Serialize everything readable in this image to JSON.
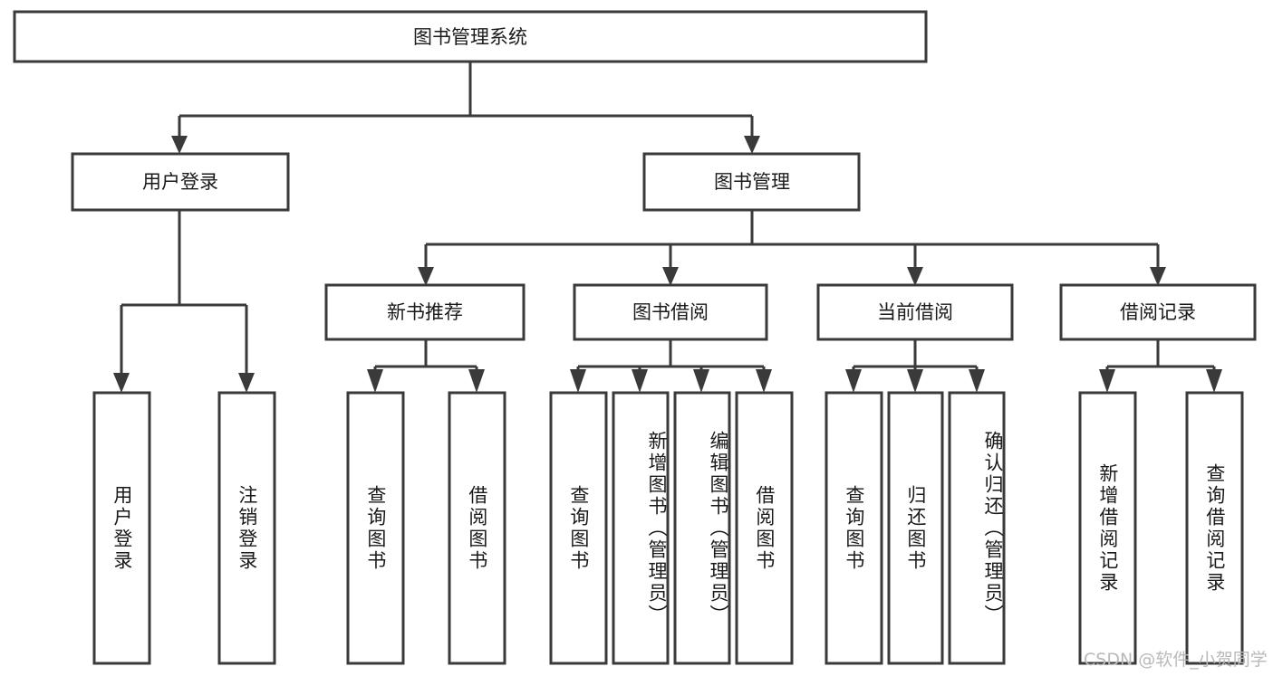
{
  "diagram": {
    "title_node": {
      "label": "图书管理系统"
    },
    "level2": [
      {
        "id": "user-login",
        "label": "用户登录"
      },
      {
        "id": "book-management",
        "label": "图书管理"
      }
    ],
    "level3": [
      {
        "id": "new-book-recommend",
        "label": "新书推荐"
      },
      {
        "id": "book-borrow",
        "label": "图书借阅"
      },
      {
        "id": "current-borrow",
        "label": "当前借阅"
      },
      {
        "id": "borrow-record",
        "label": "借阅记录"
      }
    ],
    "leaves": [
      {
        "id": "leaf-user-login",
        "label": "用户登录",
        "parent": "user-login"
      },
      {
        "id": "leaf-logout-login",
        "label": "注销登录",
        "parent": "user-login"
      },
      {
        "id": "leaf-query-book-1",
        "label": "查询图书",
        "parent": "new-book-recommend"
      },
      {
        "id": "leaf-borrow-book-1",
        "label": "借阅图书",
        "parent": "new-book-recommend"
      },
      {
        "id": "leaf-query-book-2",
        "label": "查询图书",
        "parent": "book-borrow"
      },
      {
        "id": "leaf-add-book",
        "label": "新增图书（管理员）",
        "parent": "book-borrow"
      },
      {
        "id": "leaf-edit-book",
        "label": "编辑图书（管理员）",
        "parent": "book-borrow"
      },
      {
        "id": "leaf-borrow-book-2",
        "label": "借阅图书",
        "parent": "book-borrow"
      },
      {
        "id": "leaf-query-book-3",
        "label": "查询图书",
        "parent": "current-borrow"
      },
      {
        "id": "leaf-return-book",
        "label": "归还图书",
        "parent": "current-borrow"
      },
      {
        "id": "leaf-confirm-return",
        "label": "确认归还（管理员）",
        "parent": "current-borrow"
      },
      {
        "id": "leaf-add-record",
        "label": "新增借阅记录",
        "parent": "borrow-record"
      },
      {
        "id": "leaf-query-record",
        "label": "查询借阅记录",
        "parent": "borrow-record"
      }
    ],
    "watermark": "CSDN @软件_小贺同学",
    "colors": {
      "stroke": "#3a3a3a",
      "fill": "#ffffff",
      "text": "#1a1a1a",
      "watermark": "#b9b9b9"
    }
  }
}
